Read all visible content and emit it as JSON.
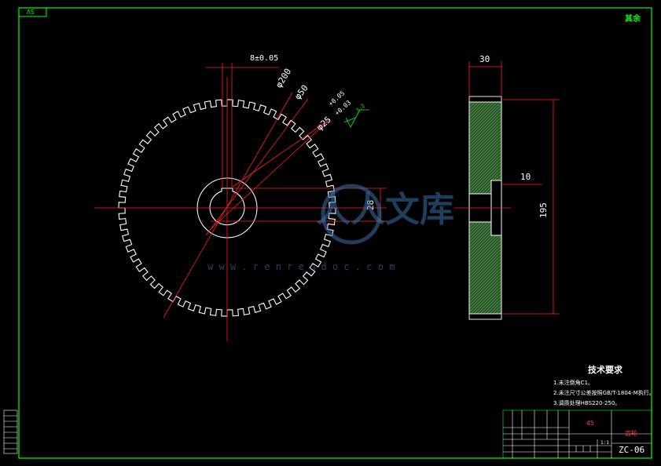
{
  "frame": {
    "top_left_code": "ΛS",
    "top_right_note": "其余",
    "border_color": "#00ff00"
  },
  "front_view": {
    "keyway_width_dim": "8±0.05",
    "dia_tip": "φ200",
    "dia_hub": "φ50",
    "dia_bore": "φ25",
    "bore_tol_upper": "+0.05",
    "bore_tol_lower": "+0.03",
    "keyway_depth_dim": "28",
    "roughness_value": "3.2",
    "tooth_count": 60
  },
  "side_view": {
    "face_width_dim": "30",
    "hub_recess_dim": "10",
    "height_dim": "195"
  },
  "watermark": {
    "brand": "人人文库",
    "url": "w w w . r e n r e n d o c . c o m"
  },
  "tech_requirements": {
    "title": "技术要求",
    "items": [
      "1.未注倒角C1。",
      "2.未注尺寸公差按照GB/T-1804-M执行。",
      "3.调质处理HBS220-250。"
    ]
  },
  "title_block": {
    "material": "45",
    "part_name": "齿轮",
    "scale": "1:1",
    "drawing_no": "ZC-06"
  },
  "colors": {
    "dim_line": "#ff2020",
    "outline": "#ffffff",
    "section_fill": "#2d5a2a",
    "frame": "#00ff00",
    "watermark": "#3a6fa8"
  }
}
